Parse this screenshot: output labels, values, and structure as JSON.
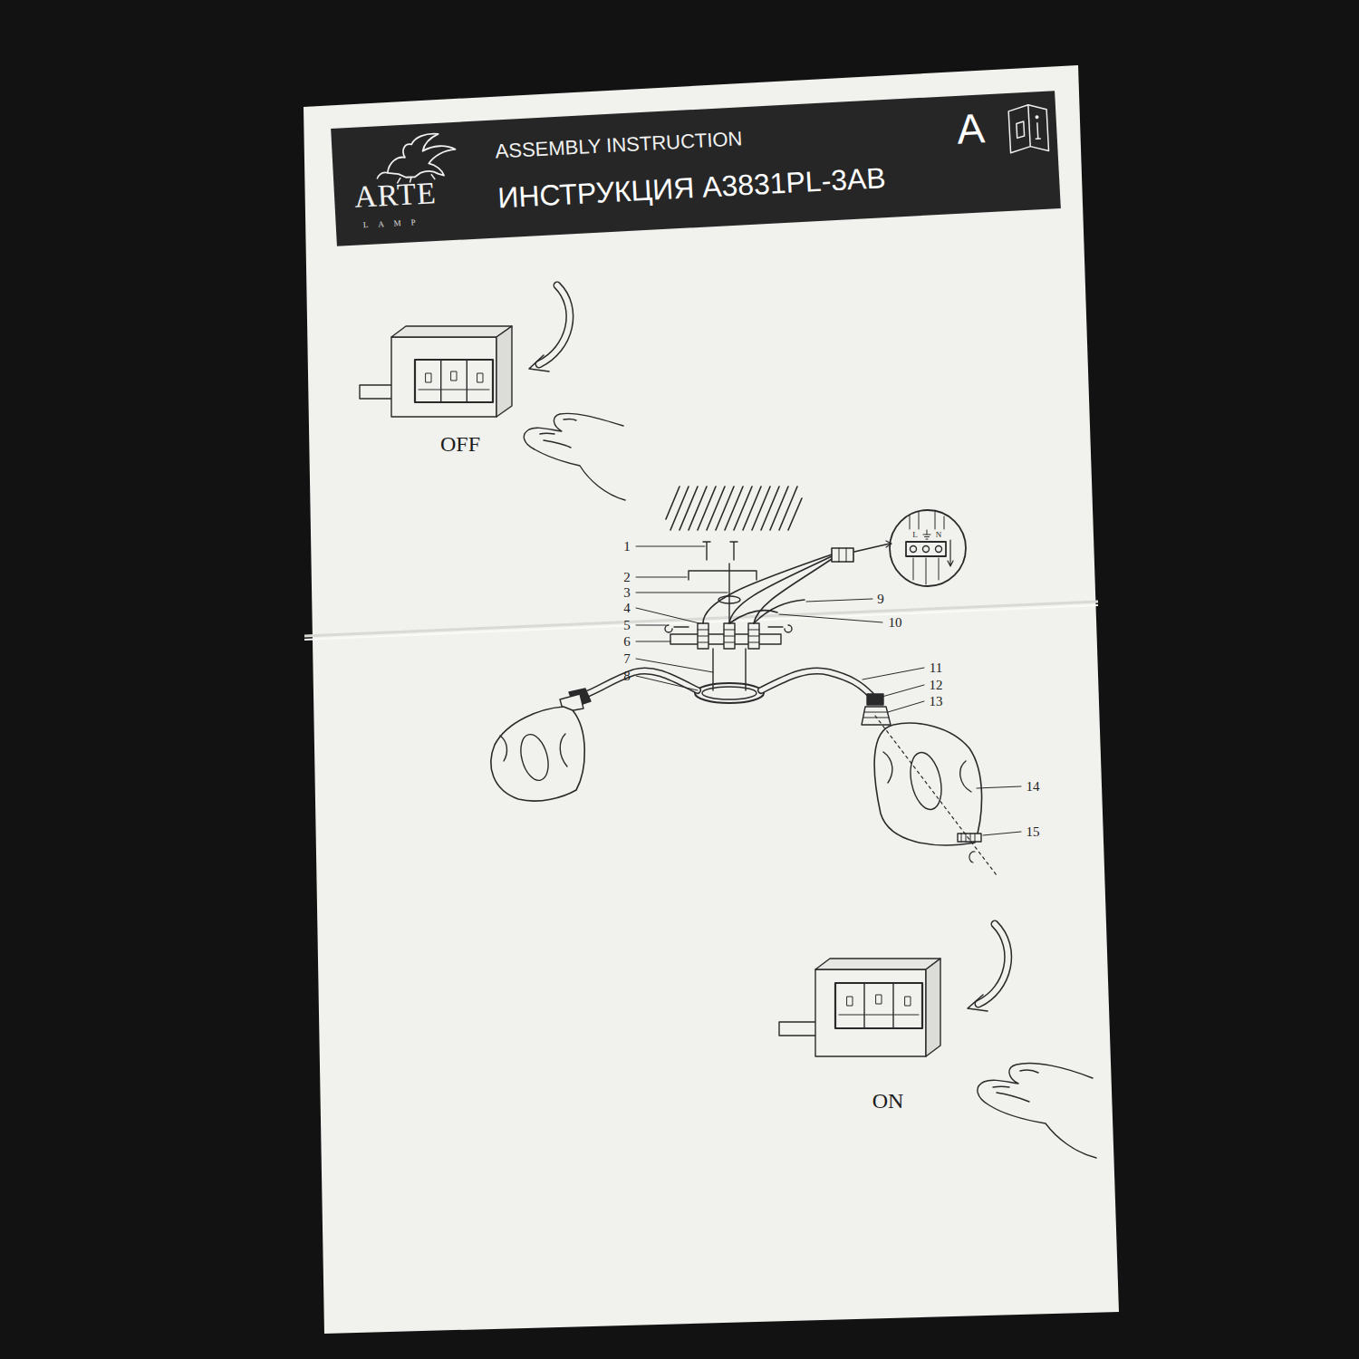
{
  "diagram": {
    "nodes": [
      {
        "text": [
          "ARTE",
          "LAMP",
          "ASSEMBLY INSTRUCTION",
          "ИНСТРУКЦИЯ A3831PL-3AB",
          "A"
        ]
      }
    ],
    "labels": [
      "OFF",
      "1",
      "2",
      "3",
      "4",
      "5",
      "6",
      "7",
      "8",
      "9",
      "10",
      "11",
      "12",
      "13",
      "14",
      "15",
      "L",
      "N",
      "ON"
    ]
  }
}
